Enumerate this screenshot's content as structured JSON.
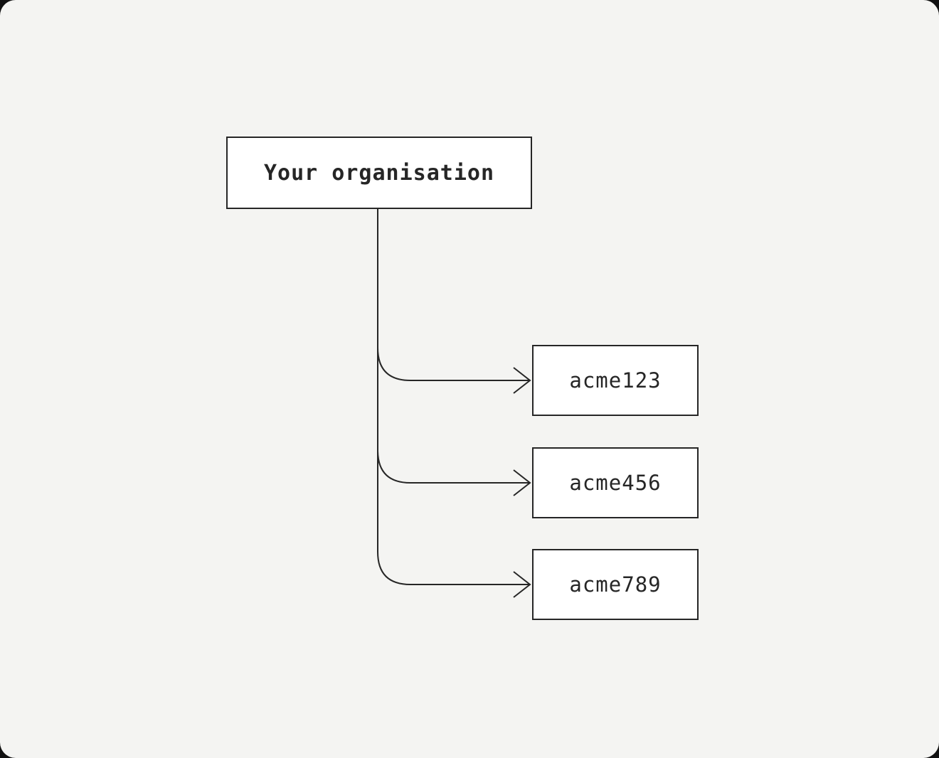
{
  "diagram": {
    "root": {
      "label": "Your organisation"
    },
    "children": [
      {
        "label": "acme123"
      },
      {
        "label": "acme456"
      },
      {
        "label": "acme789"
      }
    ],
    "colors": {
      "card_background": "#f4f4f2",
      "outer_background": "#111111",
      "box_fill": "#ffffff",
      "line": "#262626",
      "text": "#262626"
    }
  }
}
